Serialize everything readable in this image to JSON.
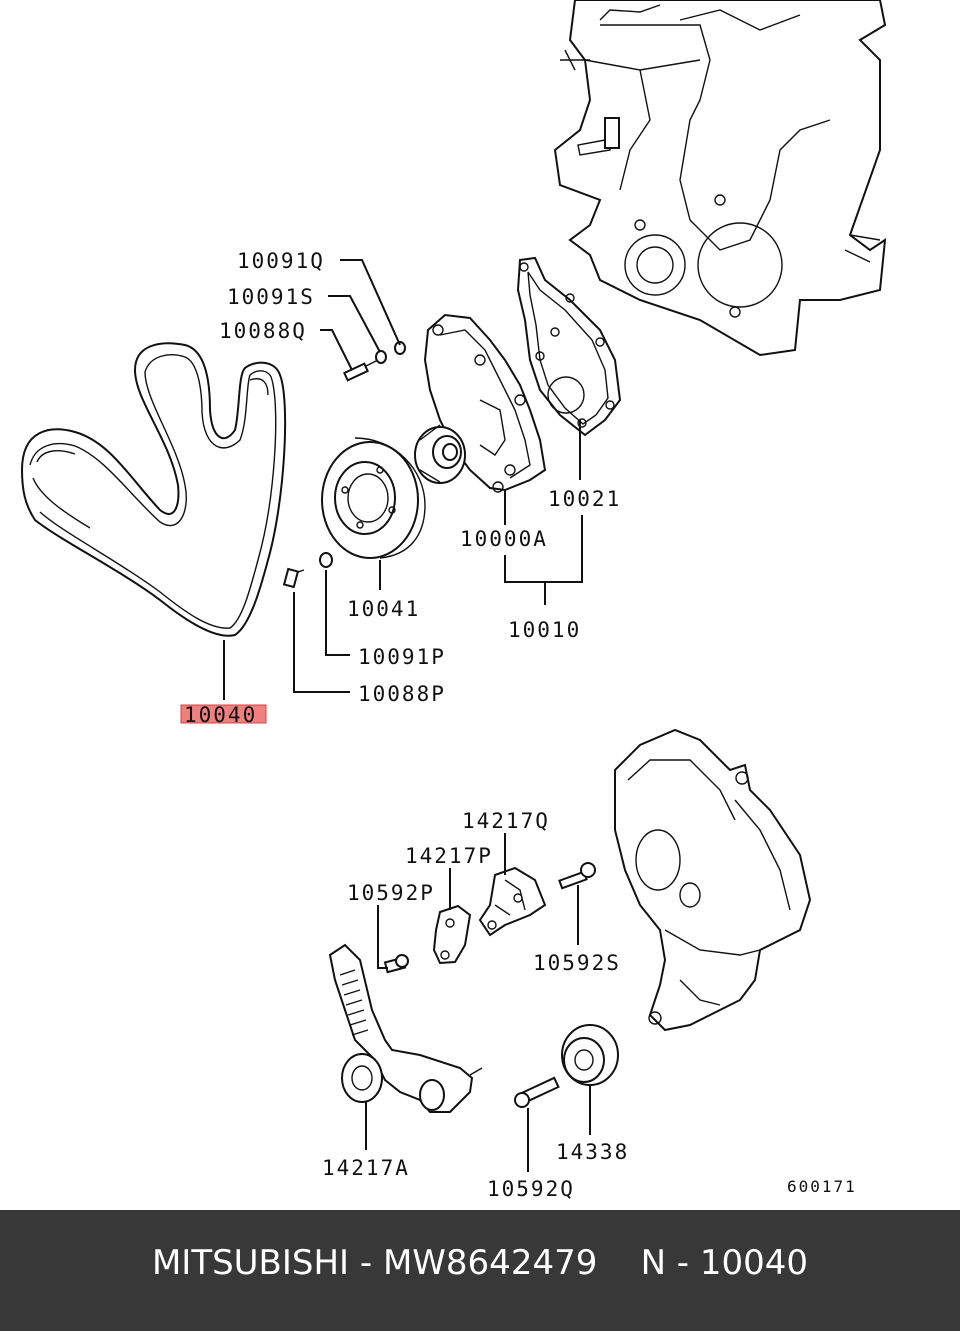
{
  "labels": {
    "p10091Q": "10091Q",
    "p10091S": "10091S",
    "p10088Q": "10088Q",
    "p10021": "10021",
    "p10000A": "10000A",
    "p10041": "10041",
    "p10010": "10010",
    "p10091P": "10091P",
    "p10088P": "10088P",
    "p10040": "10040",
    "p14217Q": "14217Q",
    "p14217P": "14217P",
    "p10592P": "10592P",
    "p10592S": "10592S",
    "p14338": "14338",
    "p14217A": "14217A",
    "p10592Q": "10592Q",
    "diagram_id": "600171"
  },
  "highlight_color": "#f08080",
  "footer": {
    "text": "MITSUBISHI - MW8642479    N - 10040"
  }
}
